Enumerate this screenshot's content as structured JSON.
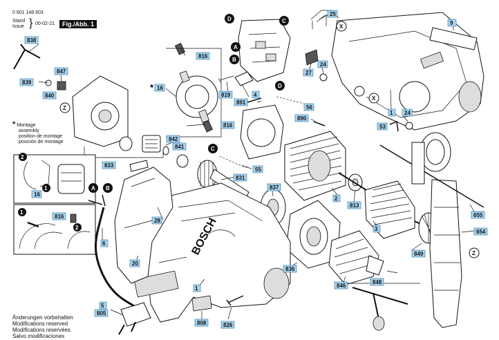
{
  "header": {
    "doc_number": "0 601 148 603",
    "stand_label": "Stand",
    "issue_label": "Issue",
    "issue_date": "00-02-21",
    "figure": "Fig./Abb. 1"
  },
  "legend": {
    "symbol": "*",
    "lines": [
      "Montage",
      "assembly",
      "position de montage",
      "posición de montage"
    ]
  },
  "notes": [
    "Änderungen vorbehalten",
    "Modifications reserved",
    "Modifications reservées",
    "Salvo modificaciones"
  ],
  "brand": "BOSCH",
  "part_labels": {
    "p838": "838",
    "p839": "839",
    "p847": "847",
    "p840": "840",
    "p816a": "816",
    "p816b": "816",
    "p816c": "816",
    "p16a": "16",
    "p16b": "16",
    "p819": "819",
    "p4": "4",
    "p891": "891",
    "p25": "25",
    "p27": "27",
    "p24a": "24",
    "p24b": "24",
    "p9": "9",
    "p1a": "1",
    "p1b": "1",
    "p53": "53",
    "p56": "56",
    "p890": "890",
    "p842": "842",
    "p841": "841",
    "p833": "833",
    "p55": "55",
    "p831": "831",
    "p2": "2",
    "p813": "813",
    "p837": "837",
    "p655": "655",
    "p654": "654",
    "p3": "3",
    "p849": "849",
    "p836": "836",
    "p846": "846",
    "p848": "848",
    "p28": "28",
    "p6": "6",
    "p20": "20",
    "p5": "5",
    "p805": "805",
    "p808": "808",
    "p826": "826"
  },
  "markers": {
    "A1": "A",
    "A2": "A",
    "B1": "B",
    "B2": "B",
    "C1": "C",
    "C2": "C",
    "D1": "D",
    "D2": "D",
    "X1": "X",
    "X2": "X",
    "Z1": "Z",
    "Z2": "Z",
    "n1a": "1",
    "n1b": "1",
    "n2a": "2",
    "n2b": "2",
    "star": "*"
  }
}
